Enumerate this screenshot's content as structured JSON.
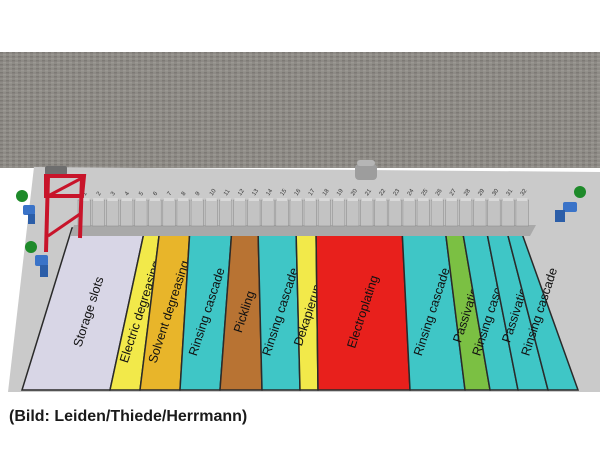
{
  "caption": "(Bild: Leiden/Thiede/Herrmann)",
  "tanks": [
    "1",
    "2",
    "3",
    "4",
    "5",
    "6",
    "7",
    "8",
    "9",
    "10",
    "11",
    "12",
    "13",
    "14",
    "15",
    "16",
    "17",
    "18",
    "19",
    "20",
    "21",
    "22",
    "23",
    "24",
    "25",
    "26",
    "27",
    "28",
    "29",
    "30",
    "31",
    "32"
  ],
  "zones": [
    {
      "label": "Storage slots",
      "color": "#d8d6e6"
    },
    {
      "label": "Electric degreasing",
      "color": "#f2e94a"
    },
    {
      "label": "Solvent degreasing",
      "color": "#e8b52a"
    },
    {
      "label": "Rinsing cascade",
      "color": "#3fc6c6"
    },
    {
      "label": "Pickling",
      "color": "#b87333"
    },
    {
      "label": "Rinsing cascade",
      "color": "#3fc6c6"
    },
    {
      "label": "Dekapierung",
      "color": "#f2e94a"
    },
    {
      "label": "Electroplating",
      "color": "#e8201c"
    },
    {
      "label": "Rinsing cascade",
      "color": "#3fc6c6"
    },
    {
      "label": "Passivation",
      "color": "#7bc043"
    },
    {
      "label": "Rinsing cascade",
      "color": "#3fc6c6"
    },
    {
      "label": "Passivation",
      "color": "#3fc6c6"
    },
    {
      "label": "Rinsing cascade",
      "color": "#3fc6c6"
    }
  ],
  "colors": {
    "wall": "#8c8a85",
    "floor": "#c9c9c9",
    "tanks": "#bdbdbd",
    "crane": "#c8142a",
    "operator_head": "#1e8a2a",
    "operator_body": "#3a73c8"
  }
}
